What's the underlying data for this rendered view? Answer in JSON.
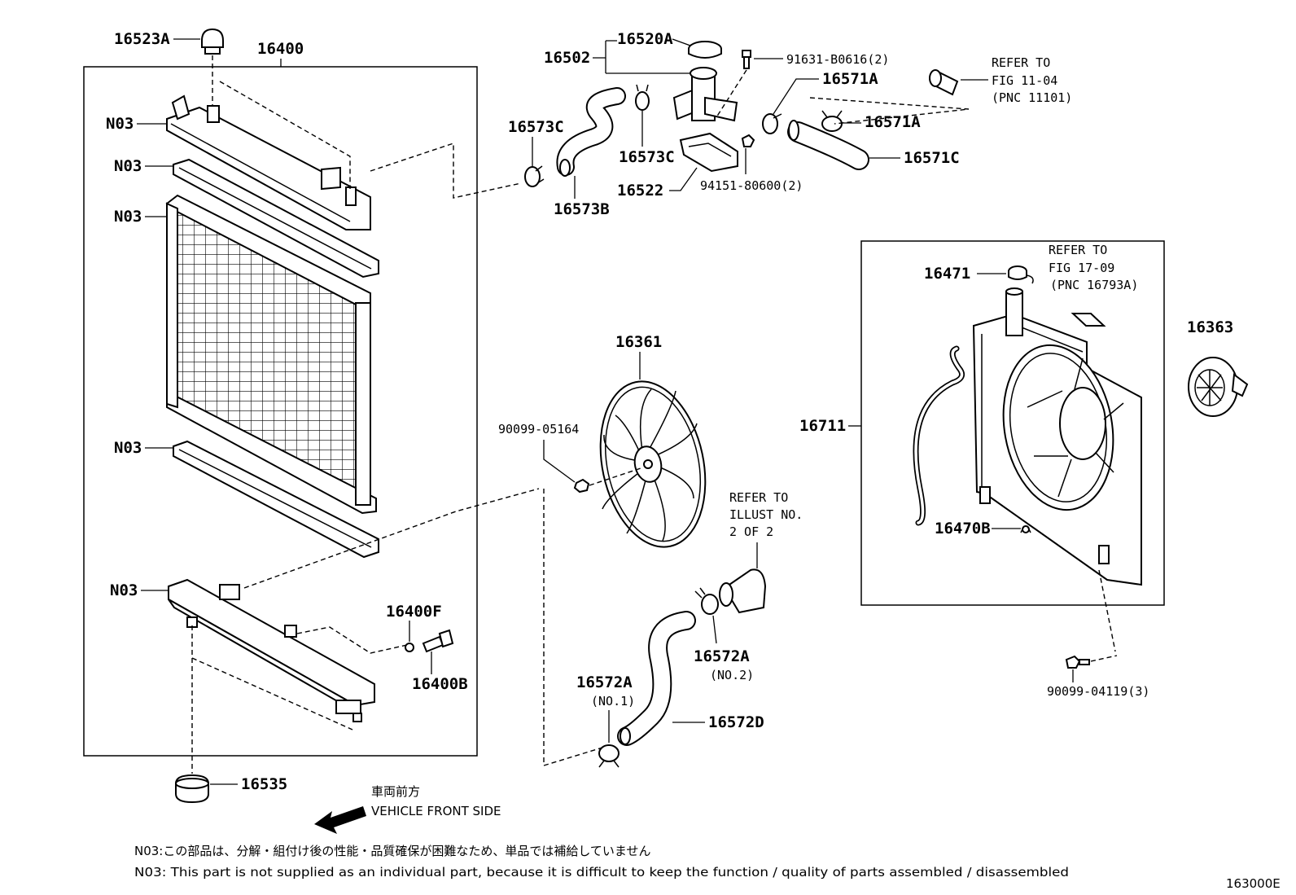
{
  "diagram": {
    "callouts": {
      "c16523A": "16523A",
      "c16400": "16400",
      "n03_1": "N03",
      "n03_2": "N03",
      "n03_3": "N03",
      "n03_4": "N03",
      "n03_5": "N03",
      "c16400F": "16400F",
      "c16400B": "16400B",
      "c16535": "16535",
      "c16502": "16502",
      "c16520A": "16520A",
      "c91631": "91631-B0616(2)",
      "c16571A_1": "16571A",
      "c16571A_2": "16571A",
      "c16571C": "16571C",
      "c16573C_1": "16573C",
      "c16573C_2": "16573C",
      "c16573B": "16573B",
      "c16522": "16522",
      "c94151": "94151-80600(2)",
      "c16361": "16361",
      "c90099_05164": "90099-05164",
      "c16572A_1": "16572A",
      "c16572A_1_sub": "(NO.1)",
      "c16572A_2": "16572A",
      "c16572A_2_sub": "(NO.2)",
      "c16572D": "16572D",
      "c16471": "16471",
      "c16711": "16711",
      "c16470B": "16470B",
      "c16363": "16363",
      "c90099_04119": "90099-04119(3)"
    },
    "refs": {
      "fig1104": [
        "REFER TO",
        "FIG 11-04",
        "(PNC 11101)"
      ],
      "fig1709": [
        "REFER TO",
        "FIG 17-09",
        "(PNC 16793A)"
      ],
      "illust": [
        "REFER TO",
        "ILLUST NO.",
        "2 OF 2"
      ]
    },
    "direction": {
      "jp": "車両前方",
      "en": "VEHICLE FRONT SIDE"
    },
    "notes": {
      "jp": "N03:この部品は、分解・組付け後の性能・品質確保が困難なため、単品では補給していません",
      "en": "N03: This part is not supplied as an individual part, because it is difficult to keep the function / quality of parts assembled / disassembled"
    },
    "figure_code": "163000E"
  }
}
